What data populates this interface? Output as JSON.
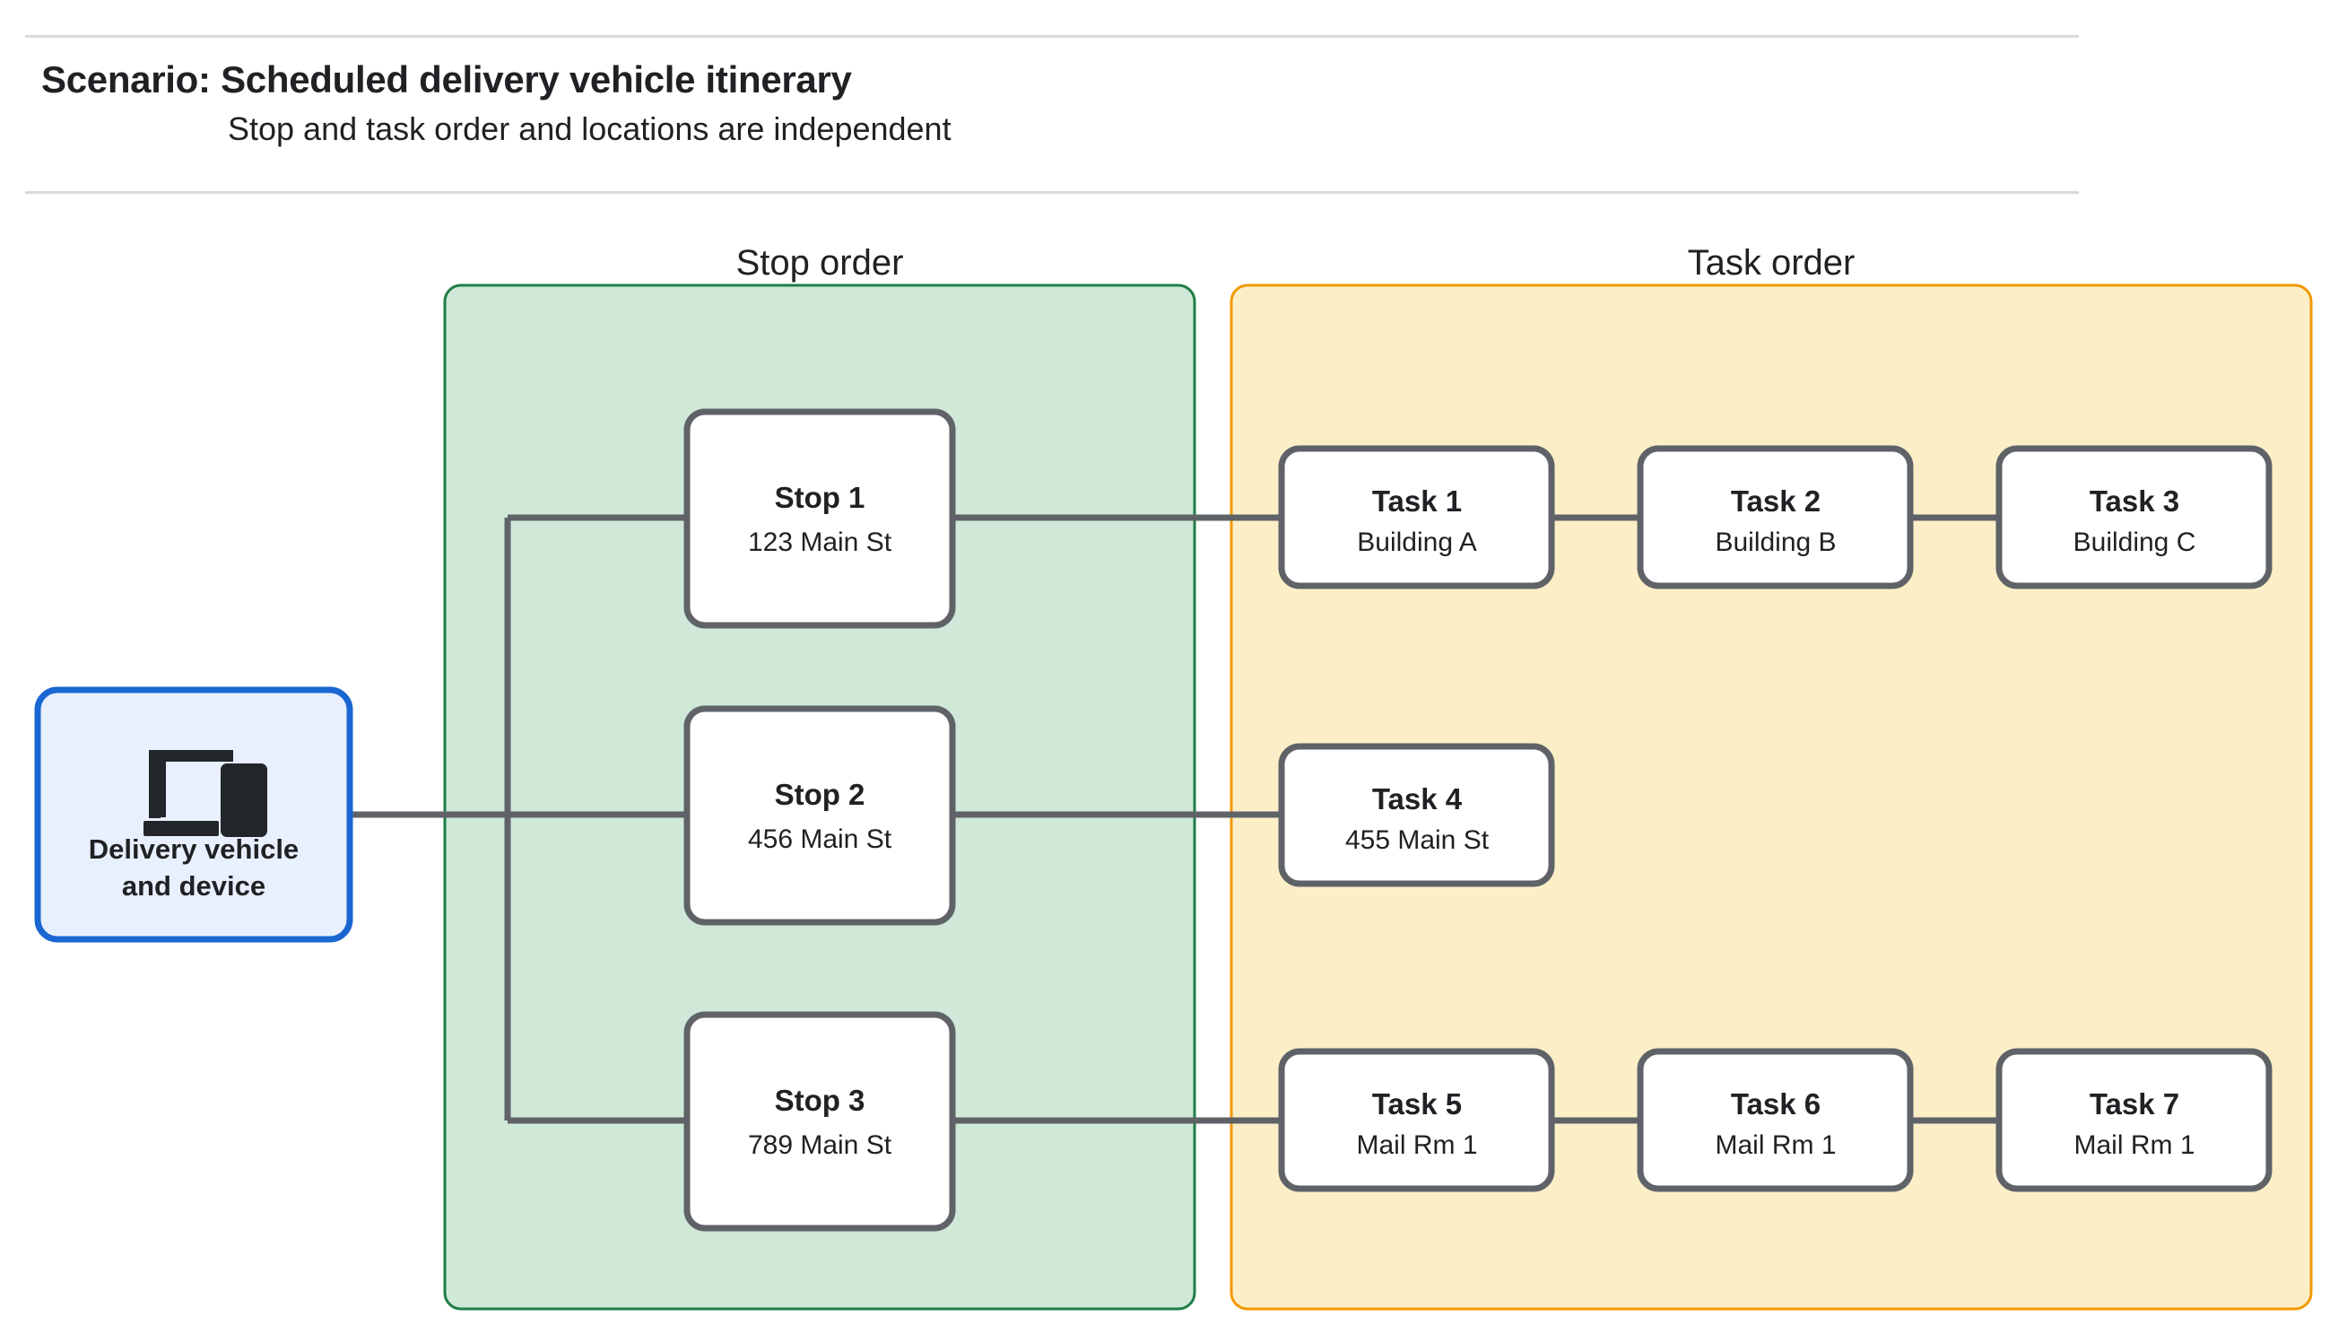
{
  "header": {
    "title": "Scenario: Scheduled delivery vehicle itinerary",
    "subtitle": "Stop and task order and locations are independent"
  },
  "colors": {
    "stop_panel_fill": "#cfe8d8",
    "stop_panel_border": "#1e7e45",
    "task_panel_fill": "#fcefc7",
    "task_panel_border": "#f29900",
    "device_fill": "#e8f0fe",
    "device_border": "#1a67d2",
    "node_fill": "#ffffff",
    "node_border": "#5f6368",
    "connector": "#5f6368",
    "divider": "#d9d9d9"
  },
  "device": {
    "icon": "devices-icon",
    "label_line1": "Delivery vehicle",
    "label_line2": "and device"
  },
  "stop_panel": {
    "title": "Stop order",
    "stops": [
      {
        "title": "Stop 1",
        "location": "123 Main St"
      },
      {
        "title": "Stop 2",
        "location": "456 Main St"
      },
      {
        "title": "Stop 3",
        "location": "789 Main St"
      }
    ]
  },
  "task_panel": {
    "title": "Task order",
    "rows": [
      [
        {
          "title": "Task 1",
          "location": "Building A"
        },
        {
          "title": "Task 2",
          "location": "Building B"
        },
        {
          "title": "Task 3",
          "location": "Building C"
        }
      ],
      [
        {
          "title": "Task 4",
          "location": "455 Main St"
        }
      ],
      [
        {
          "title": "Task 5",
          "location": "Mail Rm 1"
        },
        {
          "title": "Task 6",
          "location": "Mail Rm 1"
        },
        {
          "title": "Task 7",
          "location": "Mail Rm 1"
        }
      ]
    ]
  }
}
